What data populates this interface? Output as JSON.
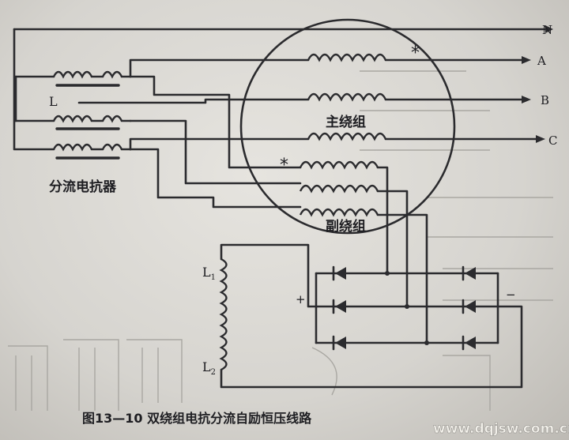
{
  "terminals": [
    "N",
    "A",
    "B",
    "C"
  ],
  "labels": {
    "reactor_L": "L",
    "reactor_caption": "分流电抗器",
    "main_winding": "主绕组",
    "aux_winding": "副绕组",
    "excitation_L1": "L",
    "excitation_L1_sub": "1",
    "excitation_L2": "L",
    "excitation_L2_sub": "2",
    "polarity_star": "*",
    "plus": "+",
    "minus": "−"
  },
  "caption": "图13—10   双绕组电抗分流自励恒压线路",
  "watermark": "www.dqjsw.com.cn",
  "colors": {
    "ink": "#2b2b2e",
    "paper": "#d9d7d2",
    "watermark": "#e8e6e0"
  }
}
